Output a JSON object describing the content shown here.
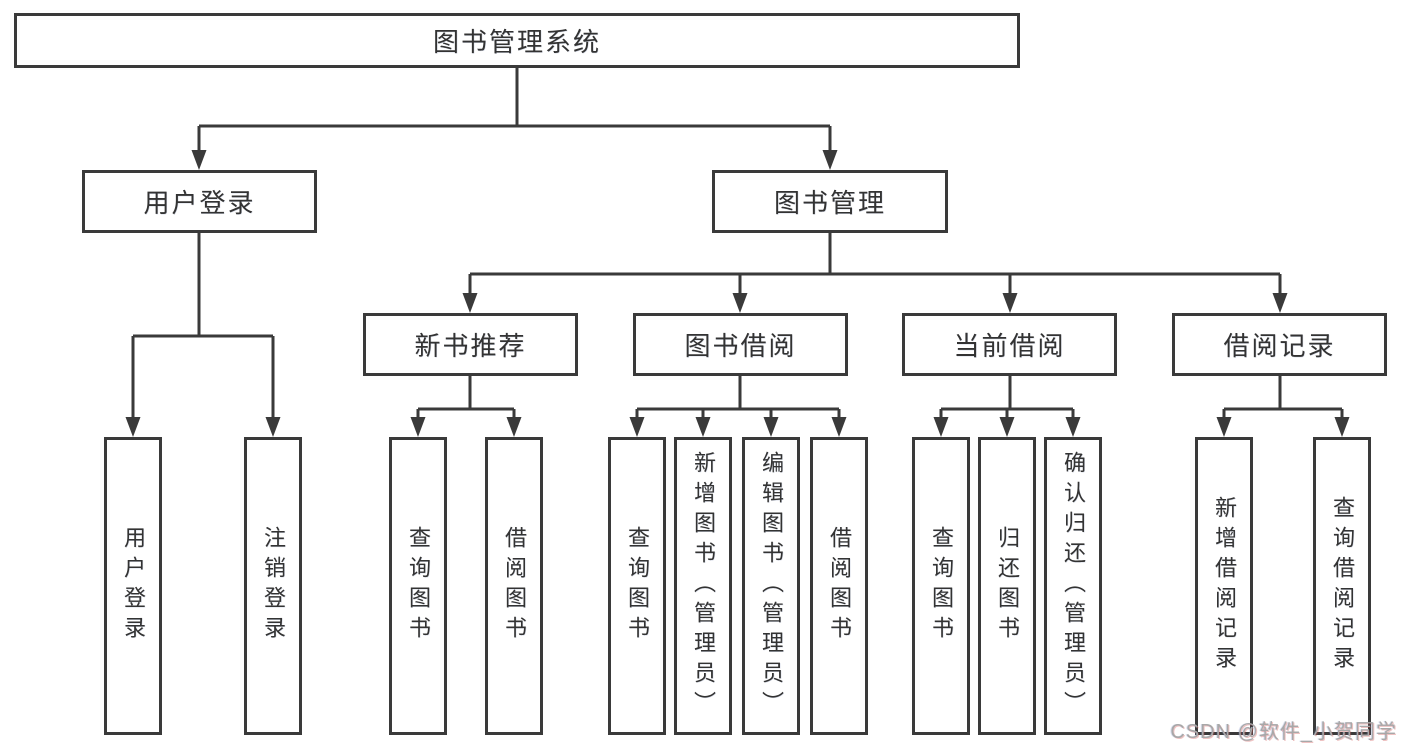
{
  "diagram": {
    "title": "图书管理系统",
    "root": "图书管理系统",
    "level2": [
      "用户登录",
      "图书管理"
    ],
    "level3": [
      "新书推荐",
      "图书借阅",
      "当前借阅",
      "借阅记录"
    ],
    "leaves": {
      "user_login": [
        "用户登录",
        "注销登录"
      ],
      "new_book": [
        "查询图书",
        "借阅图书"
      ],
      "book_borrow": [
        "查询图书",
        "新增图书（管理员）",
        "编辑图书（管理员）",
        "借阅图书"
      ],
      "current_borrow": [
        "查询图书",
        "归还图书",
        "确认归还（管理员）"
      ],
      "borrow_record": [
        "新增借阅记录",
        "查询借阅记录"
      ]
    }
  },
  "watermark": "CSDN @软件_小贺同学",
  "colors": {
    "line": "#3a3a3a",
    "box_border": "#3a3a3a",
    "text": "#333333",
    "watermark": "#a8a8a8",
    "background": "#ffffff"
  }
}
